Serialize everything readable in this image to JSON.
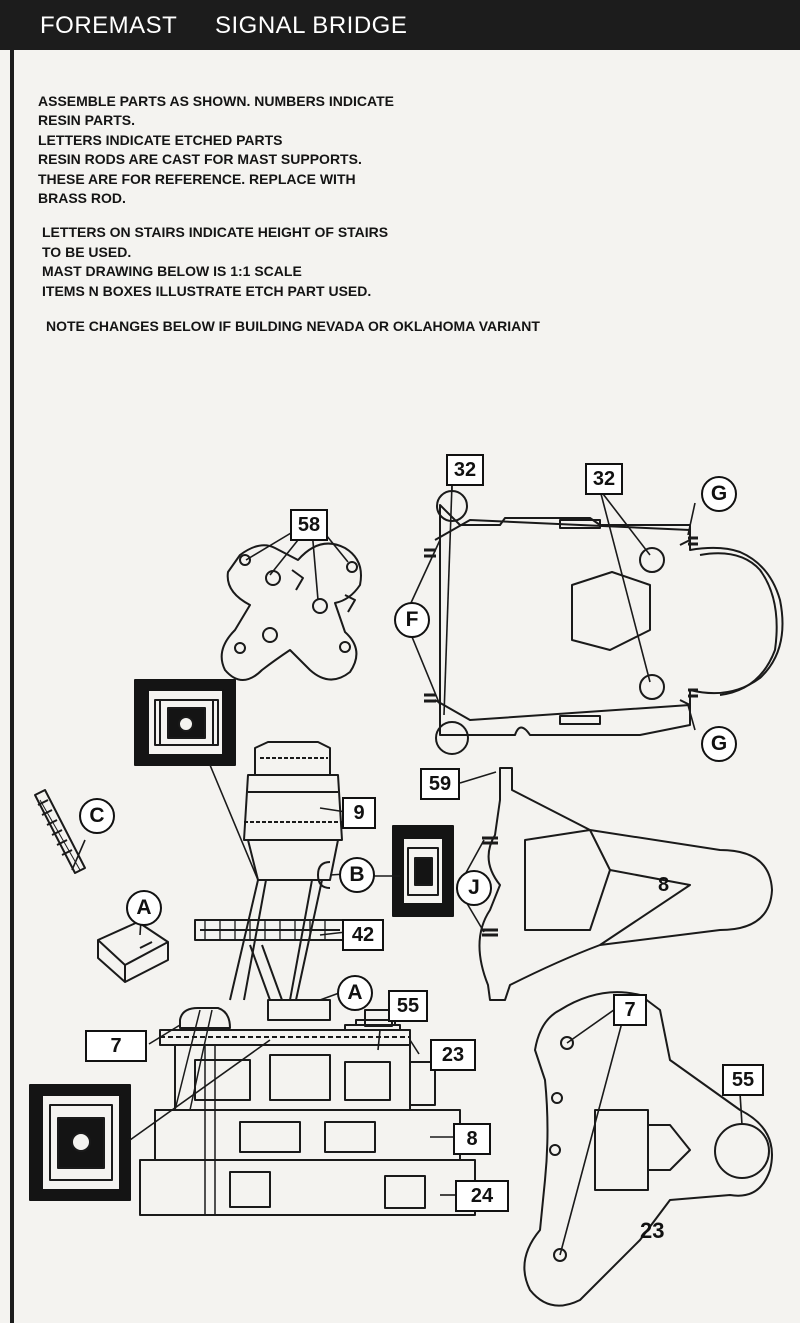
{
  "header": {
    "title_left": "FOREMAST",
    "title_right": "SIGNAL BRIDGE"
  },
  "instructions": {
    "lines": [
      "ASSEMBLE PARTS AS SHOWN.  NUMBERS INDICATE",
      "RESIN PARTS.",
      "LETTERS INDICATE ETCHED PARTS",
      "RESIN RODS ARE CAST FOR MAST SUPPORTS.",
      "THESE ARE FOR REFERENCE.  REPLACE WITH",
      "BRASS ROD.",
      "LETTERS ON STAIRS INDICATE HEIGHT OF STAIRS",
      "TO BE USED.",
      "MAST DRAWING BELOW IS 1:1 SCALE",
      "ITEMS N BOXES ILLUSTRATE ETCH PART USED.",
      "NOTE CHANGES BELOW IF BUILDING NEVADA OR OKLAHOMA VARIANT"
    ]
  },
  "part_callouts": {
    "p32_left": "32",
    "p32_right": "32",
    "p58": "58",
    "p59": "59",
    "p9": "9",
    "p42": "42",
    "p55_mast": "55",
    "p7_mast": "7",
    "p23_mast": "23",
    "p8_mast": "8",
    "p24": "24",
    "p7_platform": "7",
    "p55_platform": "55",
    "p8_platform": "8",
    "p23_platform": "23"
  },
  "etch_callouts": {
    "F": "F",
    "G_top": "G",
    "G_bottom": "G",
    "C": "C",
    "A_stair": "A",
    "A_mast": "A",
    "B": "B",
    "J": "J"
  }
}
